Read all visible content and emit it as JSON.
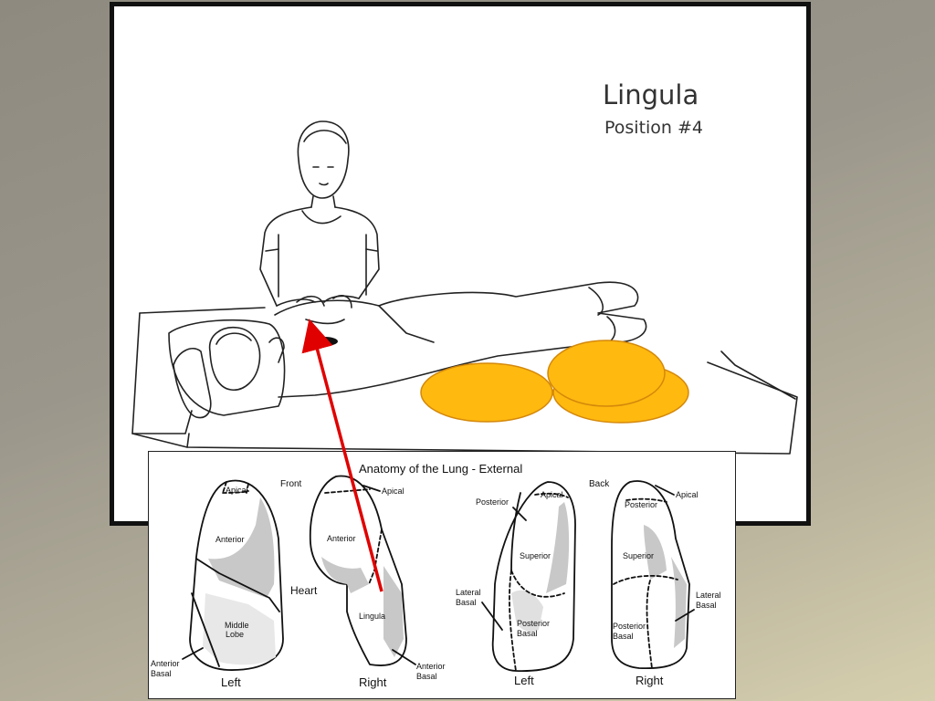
{
  "slide": {
    "title": "Lingula",
    "subtitle": "Position #4"
  },
  "anatomy": {
    "title": "Anatomy of the Lung - External",
    "front_label": "Front",
    "back_label": "Back",
    "heart_label": "Heart",
    "front": {
      "left_lung": {
        "caption": "Left",
        "segments": [
          "Apical",
          "Anterior",
          "Middle",
          "Lobe",
          "Anterior",
          "Basal"
        ]
      },
      "right_lung": {
        "caption": "Right",
        "segments": [
          "Apical",
          "Anterior",
          "Lingula",
          "Anterior",
          "Basal"
        ]
      }
    },
    "back": {
      "left_lung": {
        "caption": "Left",
        "segments": [
          "Posterior",
          "Apical",
          "Superior",
          "Lateral",
          "Basal",
          "Posterior",
          "Basal"
        ]
      },
      "right_lung": {
        "caption": "Right",
        "segments": [
          "Posterior",
          "Apical",
          "Superior",
          "Lateral",
          "Basal",
          "Posterior",
          "Basal"
        ]
      }
    }
  },
  "colors": {
    "pillow_fill": "#ffb90f",
    "pillow_stroke": "#d4880a",
    "arrow": "#e00000",
    "lung_shade": "#c8c8c8"
  }
}
